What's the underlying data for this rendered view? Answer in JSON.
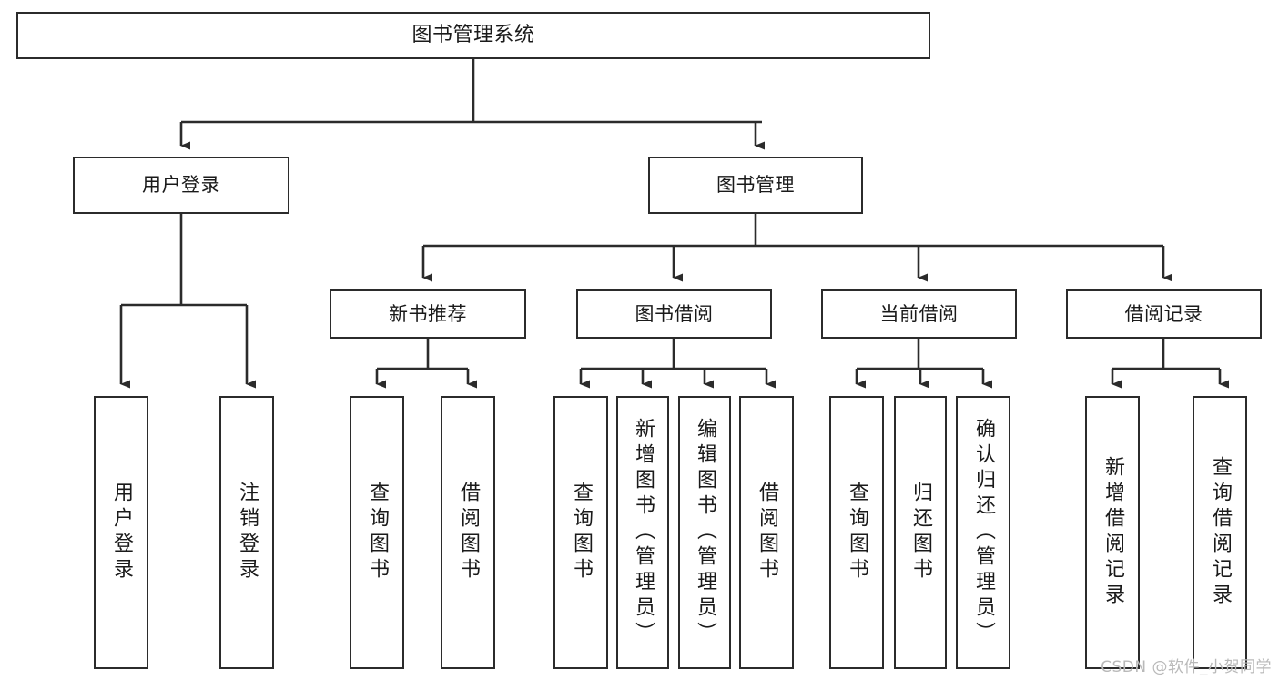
{
  "diagram": {
    "title": "图书管理系统",
    "type": "tree-hierarchy",
    "watermark": "CSDN @软件_小贺同学",
    "colors": {
      "box_border": "#2b2b2b",
      "box_fill": "#ffffff",
      "connector": "#2b2b2b",
      "text": "#1a1a1a",
      "watermark": "#b9b9b9"
    },
    "root": {
      "label": "图书管理系统"
    },
    "level2": [
      {
        "id": "user-login",
        "label": "用户登录"
      },
      {
        "id": "book-manage",
        "label": "图书管理"
      }
    ],
    "level3": [
      {
        "id": "new-book-recommend",
        "label": "新书推荐"
      },
      {
        "id": "book-borrow",
        "label": "图书借阅"
      },
      {
        "id": "current-borrow",
        "label": "当前借阅"
      },
      {
        "id": "borrow-record",
        "label": "借阅记录"
      }
    ],
    "leaves": {
      "user_login": [
        {
          "id": "leaf-user-login",
          "label": "用户登录"
        },
        {
          "id": "leaf-logout",
          "label": "注销登录"
        }
      ],
      "new_book_recommend": [
        {
          "id": "leaf-query-book-1",
          "label": "查询图书"
        },
        {
          "id": "leaf-borrow-book-1",
          "label": "借阅图书"
        }
      ],
      "book_borrow": [
        {
          "id": "leaf-query-book-2",
          "label": "查询图书"
        },
        {
          "id": "leaf-add-book",
          "label": "新增图书（管理员）"
        },
        {
          "id": "leaf-edit-book",
          "label": "编辑图书（管理员）"
        },
        {
          "id": "leaf-borrow-book-2",
          "label": "借阅图书"
        }
      ],
      "current_borrow": [
        {
          "id": "leaf-query-book-3",
          "label": "查询图书"
        },
        {
          "id": "leaf-return-book",
          "label": "归还图书"
        },
        {
          "id": "leaf-confirm-return",
          "label": "确认归还（管理员）"
        }
      ],
      "borrow_record": [
        {
          "id": "leaf-add-record",
          "label": "新增借阅记录"
        },
        {
          "id": "leaf-query-record",
          "label": "查询借阅记录"
        }
      ]
    }
  }
}
